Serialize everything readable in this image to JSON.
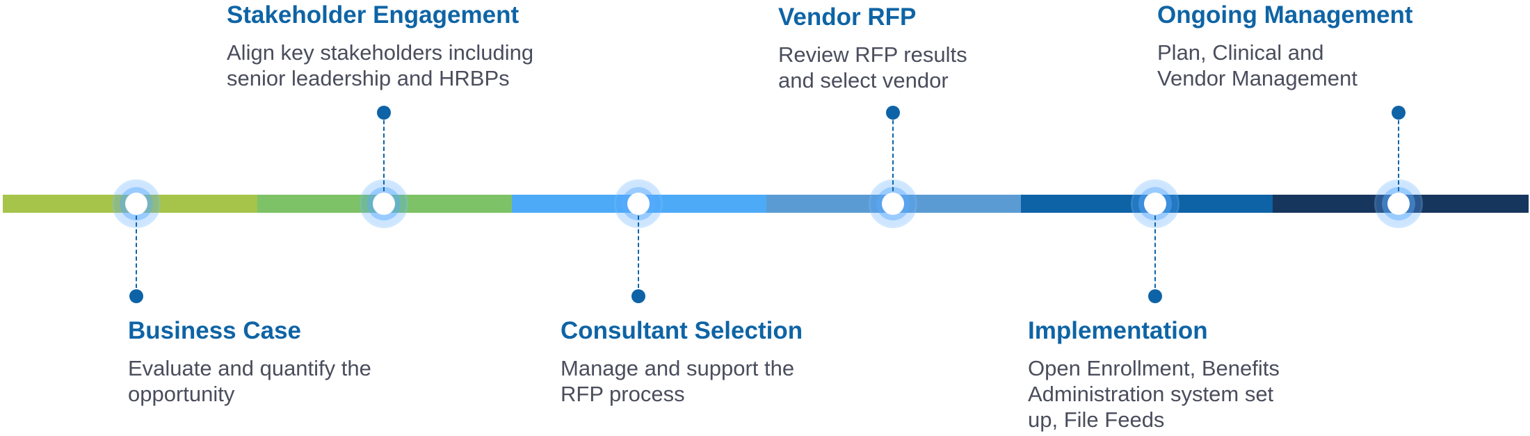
{
  "colors": {
    "segments": [
      "#a6c34a",
      "#7dc266",
      "#4daaf7",
      "#5b9bd3",
      "#0e63a7",
      "#17365e"
    ],
    "title": "#0e64a5",
    "description": "#4a4d5c",
    "connector": "#0e63a7"
  },
  "milestones": [
    {
      "title": "Business Case",
      "description": "Evaluate and quantify the\nopportunity",
      "position": "below"
    },
    {
      "title": "Stakeholder Engagement",
      "description": "Align key stakeholders including\nsenior leadership and HRBPs",
      "position": "above"
    },
    {
      "title": "Consultant Selection",
      "description": "Manage and support the\nRFP process",
      "position": "below"
    },
    {
      "title": "Vendor RFP",
      "description": "Review RFP results\nand select vendor",
      "position": "above"
    },
    {
      "title": "Implementation",
      "description": "Open Enrollment, Benefits\nAdministration system set\nup, File Feeds",
      "position": "below"
    },
    {
      "title": "Ongoing Management",
      "description": "Plan, Clinical and\nVendor Management",
      "position": "above"
    }
  ]
}
